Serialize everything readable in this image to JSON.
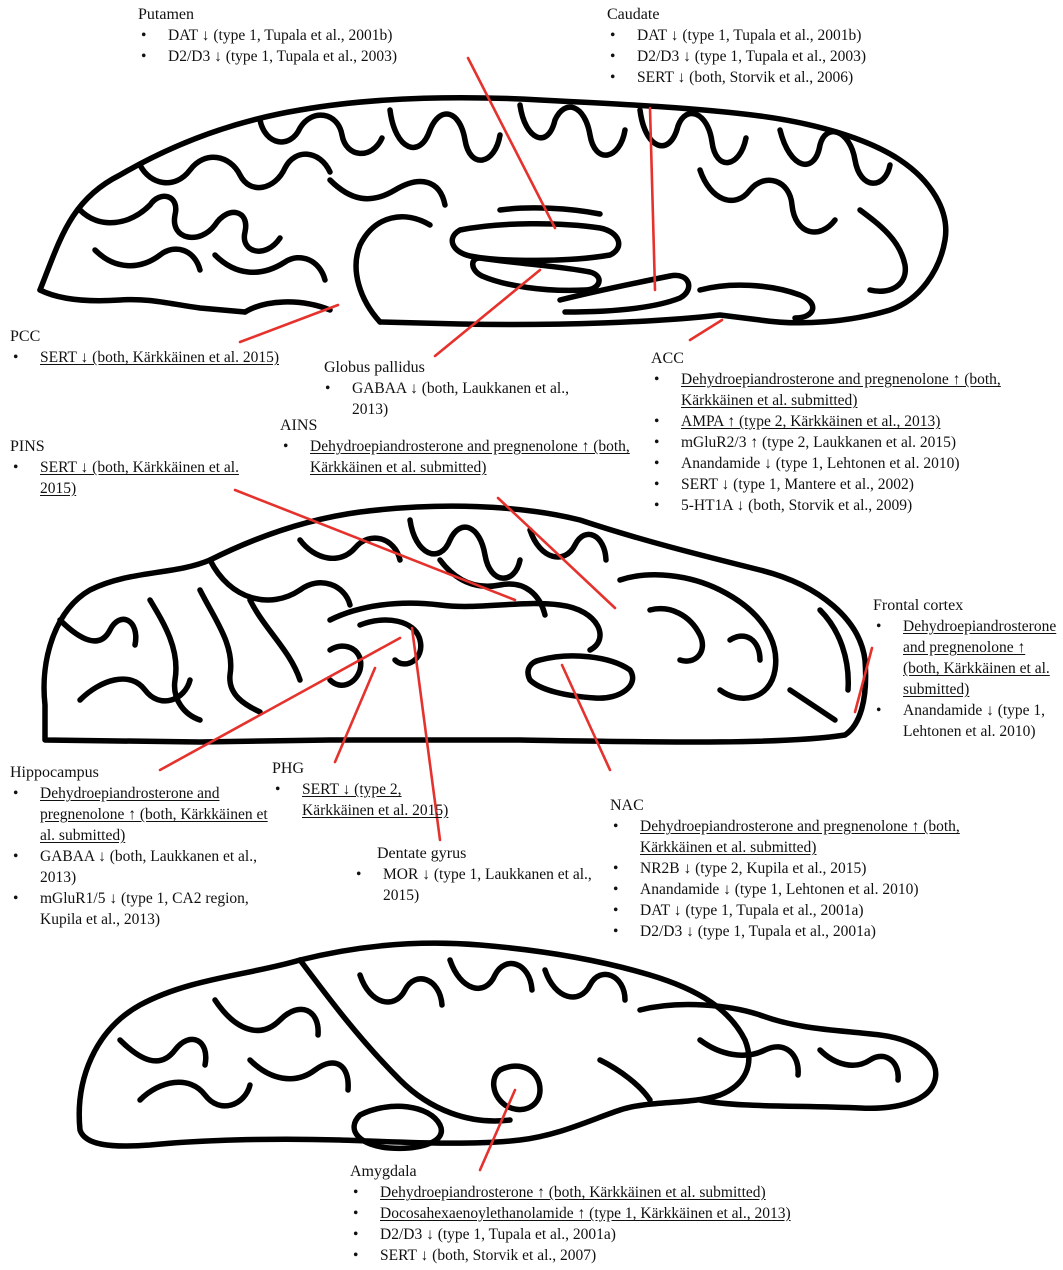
{
  "colors": {
    "pointer": "#e5322d",
    "outline": "#000000",
    "text": "#111111"
  },
  "regions": [
    {
      "key": "putamen",
      "name": "Putamen",
      "findings": [
        {
          "text": "DAT ↓ (type 1, Tupala et al., 2001b)",
          "underlined": false
        },
        {
          "text": "D2/D3 ↓ (type 1, Tupala et al., 2003)",
          "underlined": false
        }
      ]
    },
    {
      "key": "caudate",
      "name": "Caudate",
      "findings": [
        {
          "text": "DAT ↓ (type 1, Tupala et al., 2001b)",
          "underlined": false
        },
        {
          "text": "D2/D3 ↓ (type 1, Tupala et al., 2003)",
          "underlined": false
        },
        {
          "text": "SERT ↓ (both, Storvik et al., 2006)",
          "underlined": false
        }
      ]
    },
    {
      "key": "pcc",
      "name": "PCC",
      "findings": [
        {
          "text": "SERT ↓ (both, Kärkkäinen et al. 2015)",
          "underlined": true
        }
      ]
    },
    {
      "key": "globus-pallidus",
      "name": "Globus pallidus",
      "findings": [
        {
          "text": "GABAA ↓ (both, Laukkanen et al., 2013)",
          "underlined": false
        }
      ]
    },
    {
      "key": "acc",
      "name": "ACC",
      "findings": [
        {
          "text": "Dehydroepiandrosterone and pregnenolone ↑ (both, Kärkkäinen et al. submitted)",
          "underlined": true
        },
        {
          "text": "AMPA ↑ (type 2, Kärkkäinen et al., 2013)",
          "underlined": true
        },
        {
          "text": "mGluR2/3 ↑ (type 2, Laukkanen et al. 2015)",
          "underlined": false
        },
        {
          "text": "Anandamide ↓ (type 1, Lehtonen et al. 2010)",
          "underlined": false
        },
        {
          "text": "SERT ↓ (type 1, Mantere et al., 2002)",
          "underlined": false
        },
        {
          "text": "5-HT1A ↓ (both, Storvik et al., 2009)",
          "underlined": false
        }
      ]
    },
    {
      "key": "pins",
      "name": "PINS",
      "findings": [
        {
          "text": "SERT ↓ (both, Kärkkäinen et al. 2015)",
          "underlined": true
        }
      ]
    },
    {
      "key": "ains",
      "name": "AINS",
      "findings": [
        {
          "text": "Dehydroepiandrosterone and pregnenolone ↑ (both, Kärkkäinen et al. submitted)",
          "underlined": true
        }
      ]
    },
    {
      "key": "frontal-cortex",
      "name": "Frontal cortex",
      "findings": [
        {
          "text": "Dehydroepiandrosterone and pregnenolone ↑ (both, Kärkkäinen et al. submitted)",
          "underlined": true
        },
        {
          "text": "Anandamide ↓ (type 1, Lehtonen et al. 2010)",
          "underlined": false
        }
      ]
    },
    {
      "key": "hippocampus",
      "name": "Hippocampus",
      "findings": [
        {
          "text": "Dehydroepiandrosterone and pregnenolone ↑ (both, Kärkkäinen et al. submitted)",
          "underlined": true
        },
        {
          "text": "GABAA ↓ (both, Laukkanen et al., 2013)",
          "underlined": false
        },
        {
          "text": "mGluR1/5 ↓ (type 1, CA2 region, Kupila et al., 2013)",
          "underlined": false
        }
      ]
    },
    {
      "key": "phg",
      "name": "PHG",
      "findings": [
        {
          "text": "SERT ↓ (type 2, Kärkkäinen et al. 2015)",
          "underlined": true
        }
      ]
    },
    {
      "key": "dentate-gyrus",
      "name": "Dentate gyrus",
      "findings": [
        {
          "text": "MOR ↓ (type 1, Laukkanen et al., 2015)",
          "underlined": false
        }
      ]
    },
    {
      "key": "nac",
      "name": "NAC",
      "findings": [
        {
          "text": "Dehydroepiandrosterone and pregnenolone ↑ (both, Kärkkäinen et al. submitted)",
          "underlined": true
        },
        {
          "text": "NR2B ↓ (type 2, Kupila et al., 2015)",
          "underlined": false
        },
        {
          "text": "Anandamide ↓ (type 1, Lehtonen et al. 2010)",
          "underlined": false
        },
        {
          "text": "DAT ↓ (type 1, Tupala et al., 2001a)",
          "underlined": false
        },
        {
          "text": "D2/D3 ↓ (type 1, Tupala et al., 2001a)",
          "underlined": false
        }
      ]
    },
    {
      "key": "amygdala",
      "name": "Amygdala",
      "findings": [
        {
          "text": "Dehydroepiandrosterone ↑ (both, Kärkkäinen et al. submitted)",
          "underlined": true
        },
        {
          "text": "Docosahexaenoylethanolamide ↑ (type 1, Kärkkäinen et al., 2013)",
          "underlined": true
        },
        {
          "text": "D2/D3 ↓ (type 1, Tupala et al., 2001a)",
          "underlined": false
        },
        {
          "text": "SERT ↓ (both, Storvik et al., 2007)",
          "underlined": false
        }
      ]
    }
  ]
}
